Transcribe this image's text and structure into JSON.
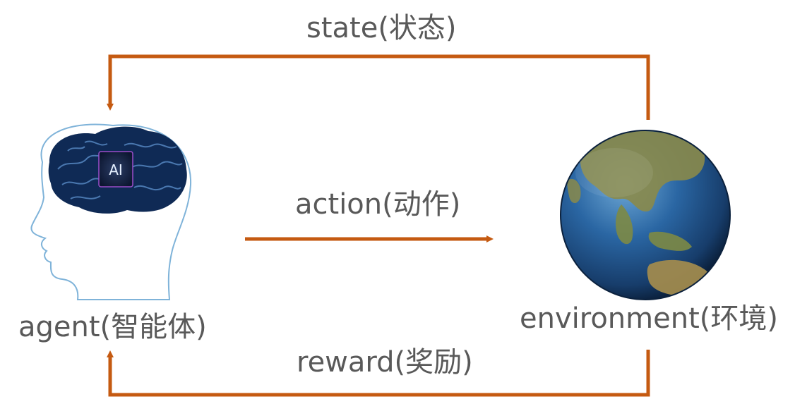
{
  "labels": {
    "state": "state(状态)",
    "action": "action(动作)",
    "agent": "agent(智能体)",
    "environment": "environment(环境)",
    "reward": "reward(奖励)",
    "chip": "AI"
  },
  "colors": {
    "arrow": "#c55a11",
    "text": "#595959",
    "brain": "#0f2a55",
    "head_outline": "#7fb3d9",
    "ocean": "#1e4f86",
    "land": "#8a8a4a"
  },
  "icons": {
    "agent": "ai-brain-head-icon",
    "environment": "earth-globe-icon"
  }
}
